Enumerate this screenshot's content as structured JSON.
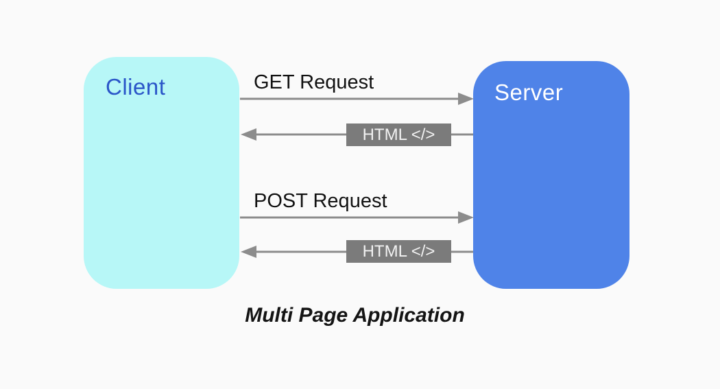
{
  "background": "#FAFAFA",
  "title": "Multi Page Application",
  "nodes": {
    "client": {
      "label": "Client",
      "fill": "#B7F7F7",
      "text_color": "#2A55C8"
    },
    "server": {
      "label": "Server",
      "fill": "#4F83E8",
      "text_color": "#FFFFFF"
    }
  },
  "flows": [
    {
      "label": "GET Request",
      "direction": "client-to-server"
    },
    {
      "label": "HTML </>",
      "direction": "server-to-client"
    },
    {
      "label": "POST Request",
      "direction": "client-to-server"
    },
    {
      "label": "HTML </>",
      "direction": "server-to-client"
    }
  ],
  "colors": {
    "arrow": "#8C8C8C",
    "response_box_fill": "#7B7B7B",
    "response_box_text": "#F2F2F2",
    "request_label_text": "#111111",
    "title_text": "#141414"
  }
}
